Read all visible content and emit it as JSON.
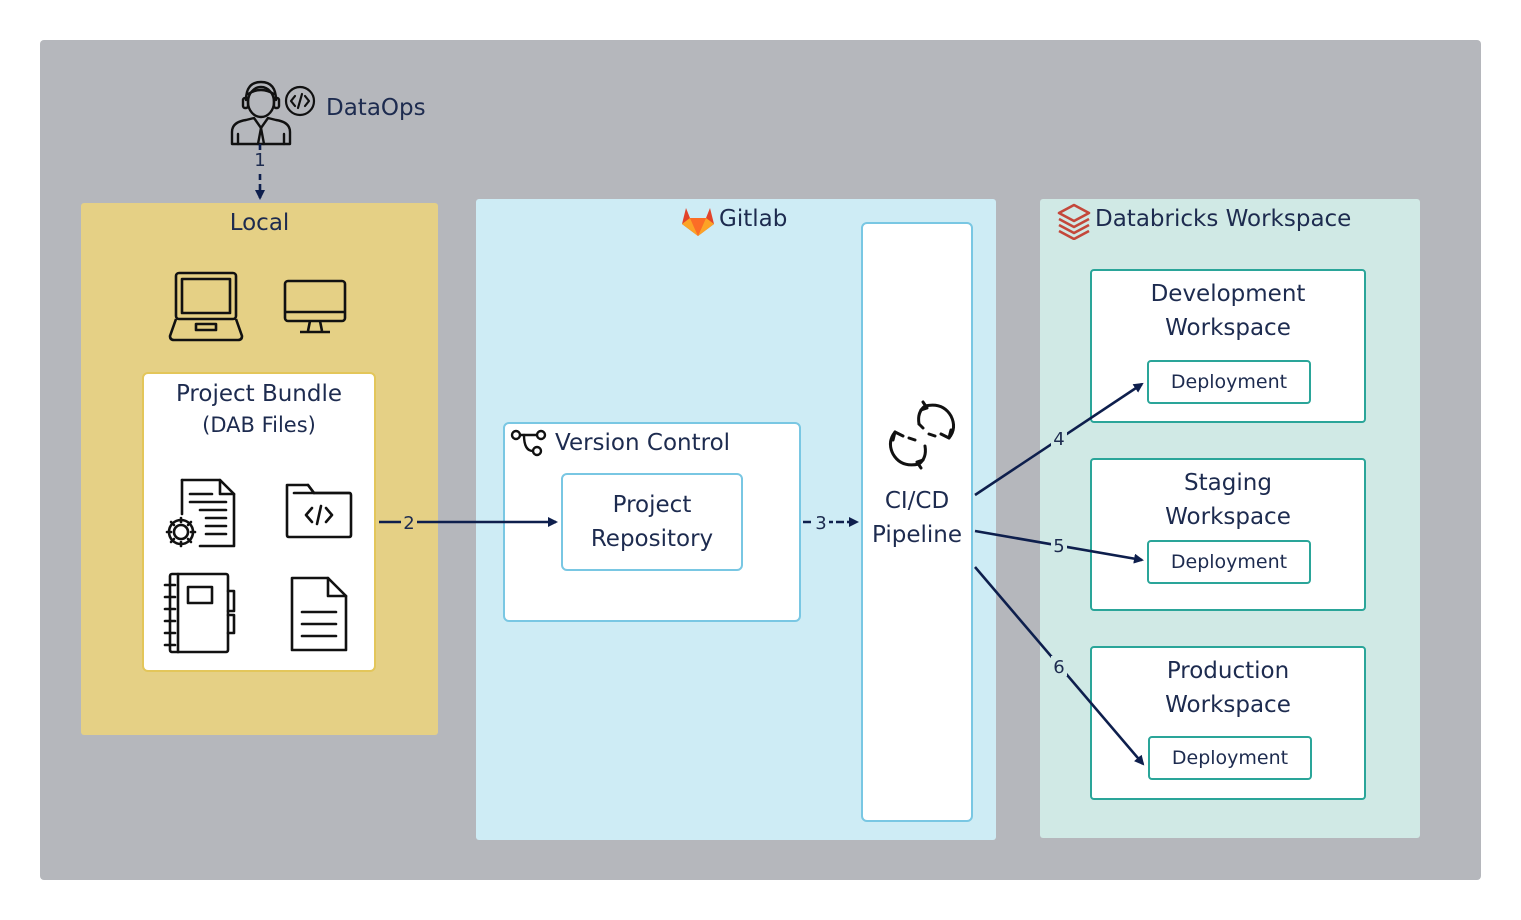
{
  "actor": {
    "label": "DataOps"
  },
  "local": {
    "title": "Local",
    "bundle_title": "Project Bundle",
    "bundle_subtitle": "(DAB Files)"
  },
  "gitlab": {
    "title": "Gitlab",
    "version_control": "Version Control",
    "repo_line1": "Project",
    "repo_line2": "Repository",
    "cicd_line1": "CI/CD",
    "cicd_line2": "Pipeline"
  },
  "databricks": {
    "title": "Databricks Workspace",
    "workspaces": [
      {
        "line1": "Development",
        "line2": "Workspace",
        "deploy": "Deployment"
      },
      {
        "line1": "Staging",
        "line2": "Workspace",
        "deploy": "Deployment"
      },
      {
        "line1": "Production",
        "line2": "Workspace",
        "deploy": "Deployment"
      }
    ]
  },
  "steps": [
    "1",
    "2",
    "3",
    "4",
    "5",
    "6"
  ],
  "colors": {
    "background": "#b5b7bc",
    "local": "#e5d085",
    "gitlab": "#ceecf5",
    "databricks": "#d0e9e5",
    "arrow": "#0e1f4d",
    "gitlab_orange": "#e2432a",
    "databricks_red": "#c4473a",
    "teal_border": "#2aa599",
    "blue_border": "#79c7e3"
  },
  "icons": [
    "developer-icon",
    "code-bubble-icon",
    "laptop-icon",
    "desktop-monitor-icon",
    "config-document-icon",
    "code-folder-icon",
    "notebook-icon",
    "document-icon",
    "git-branch-icon",
    "sync-arrows-icon",
    "gitlab-logo-icon",
    "databricks-logo-icon"
  ]
}
